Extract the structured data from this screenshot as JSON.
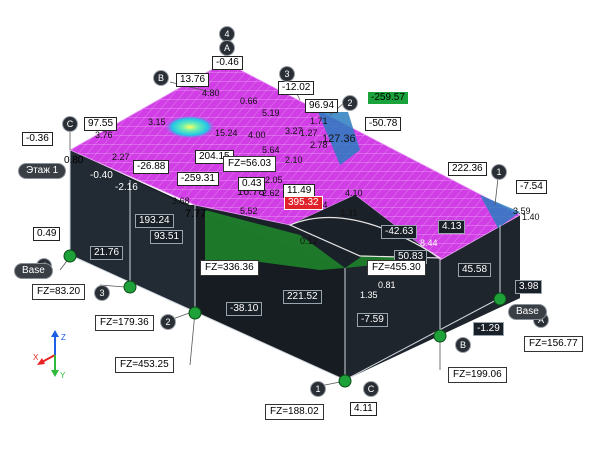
{
  "colors": {
    "slab": "#d23ee6",
    "slab_hot": "#21c6e8",
    "solid_dark": "#1b2129",
    "wall_green": "#1e8a2a",
    "support_green": "#1fa13a",
    "label_red": "#e0222a",
    "label_green": "#1aa33a"
  },
  "axis_markers": {
    "a4": "4",
    "aA_top": "A",
    "aB": "B",
    "a3": "3",
    "a2": "2",
    "aC": "C",
    "a1": "1",
    "aA_right": "A",
    "a3_left": "3",
    "a2_left": "2",
    "a4_left": "4",
    "aB_bottom": "B",
    "a1_bottom": "1",
    "aC_bottom": "C"
  },
  "levels": {
    "floor": "Этаж 1",
    "base_left": "Base",
    "base_right": "Base"
  },
  "values": {
    "v_n046": "-0.46",
    "v_1376": "13.76",
    "v_n1202": "-12.02",
    "v_9694": "96.94",
    "v_n25957": "-259.57",
    "v_n5078": "-50.78",
    "v_9755": "97.55",
    "v_n036": "-0.36",
    "v_20415": "204.15",
    "v_n2688": "-26.88",
    "v_n25931": "-259.31",
    "v_043": "0.43",
    "v_1149": "11.49",
    "v_39532": "395.32",
    "v_22236": "222.36",
    "v_n754": "-7.54",
    "v_049": "0.49",
    "v_2176": "21.76",
    "v_19324": "193.24",
    "v_9351": "93.51",
    "v_n4263": "-42.63",
    "v_5083": "50.83",
    "v_4558": "45.58",
    "v_413": "4.13",
    "v_398": "3.98",
    "v_22152": "221.52",
    "v_n3810": "-38.10",
    "v_n759": "-7.59",
    "v_n129": "-1.29",
    "v_411": "4.11"
  },
  "reactions": {
    "fz_5603": "FZ=56.03",
    "fz_33636": "FZ=336.36",
    "fz_45530": "FZ=455.30",
    "fz_8320": "FZ=83.20",
    "fz_17936": "FZ=179.36",
    "fz_45325": "FZ=453.25",
    "fz_19906": "FZ=199.06",
    "fz_15677": "FZ=156.77",
    "fz_18802": "FZ=188.02"
  },
  "slab_numbers": [
    "4.80",
    "0.66",
    "5.19",
    "3.76",
    "2.27",
    "1.27",
    "2.78",
    "15.24",
    "4.00",
    "5.64",
    "3.27",
    "7.77",
    "16.78",
    "5.84",
    "3.31",
    "1.35",
    "0.81",
    "8.44",
    "1.40",
    "0.10",
    "3.15",
    "4.10",
    "2.10",
    "0.80",
    "-0.40",
    "-2.16",
    "3.68",
    "3.59",
    "1.71",
    "0.12",
    "127.36",
    "2.05",
    "5.52",
    "2.62"
  ],
  "gizmo": {
    "z": "Z",
    "x": "X",
    "y": "Y"
  }
}
